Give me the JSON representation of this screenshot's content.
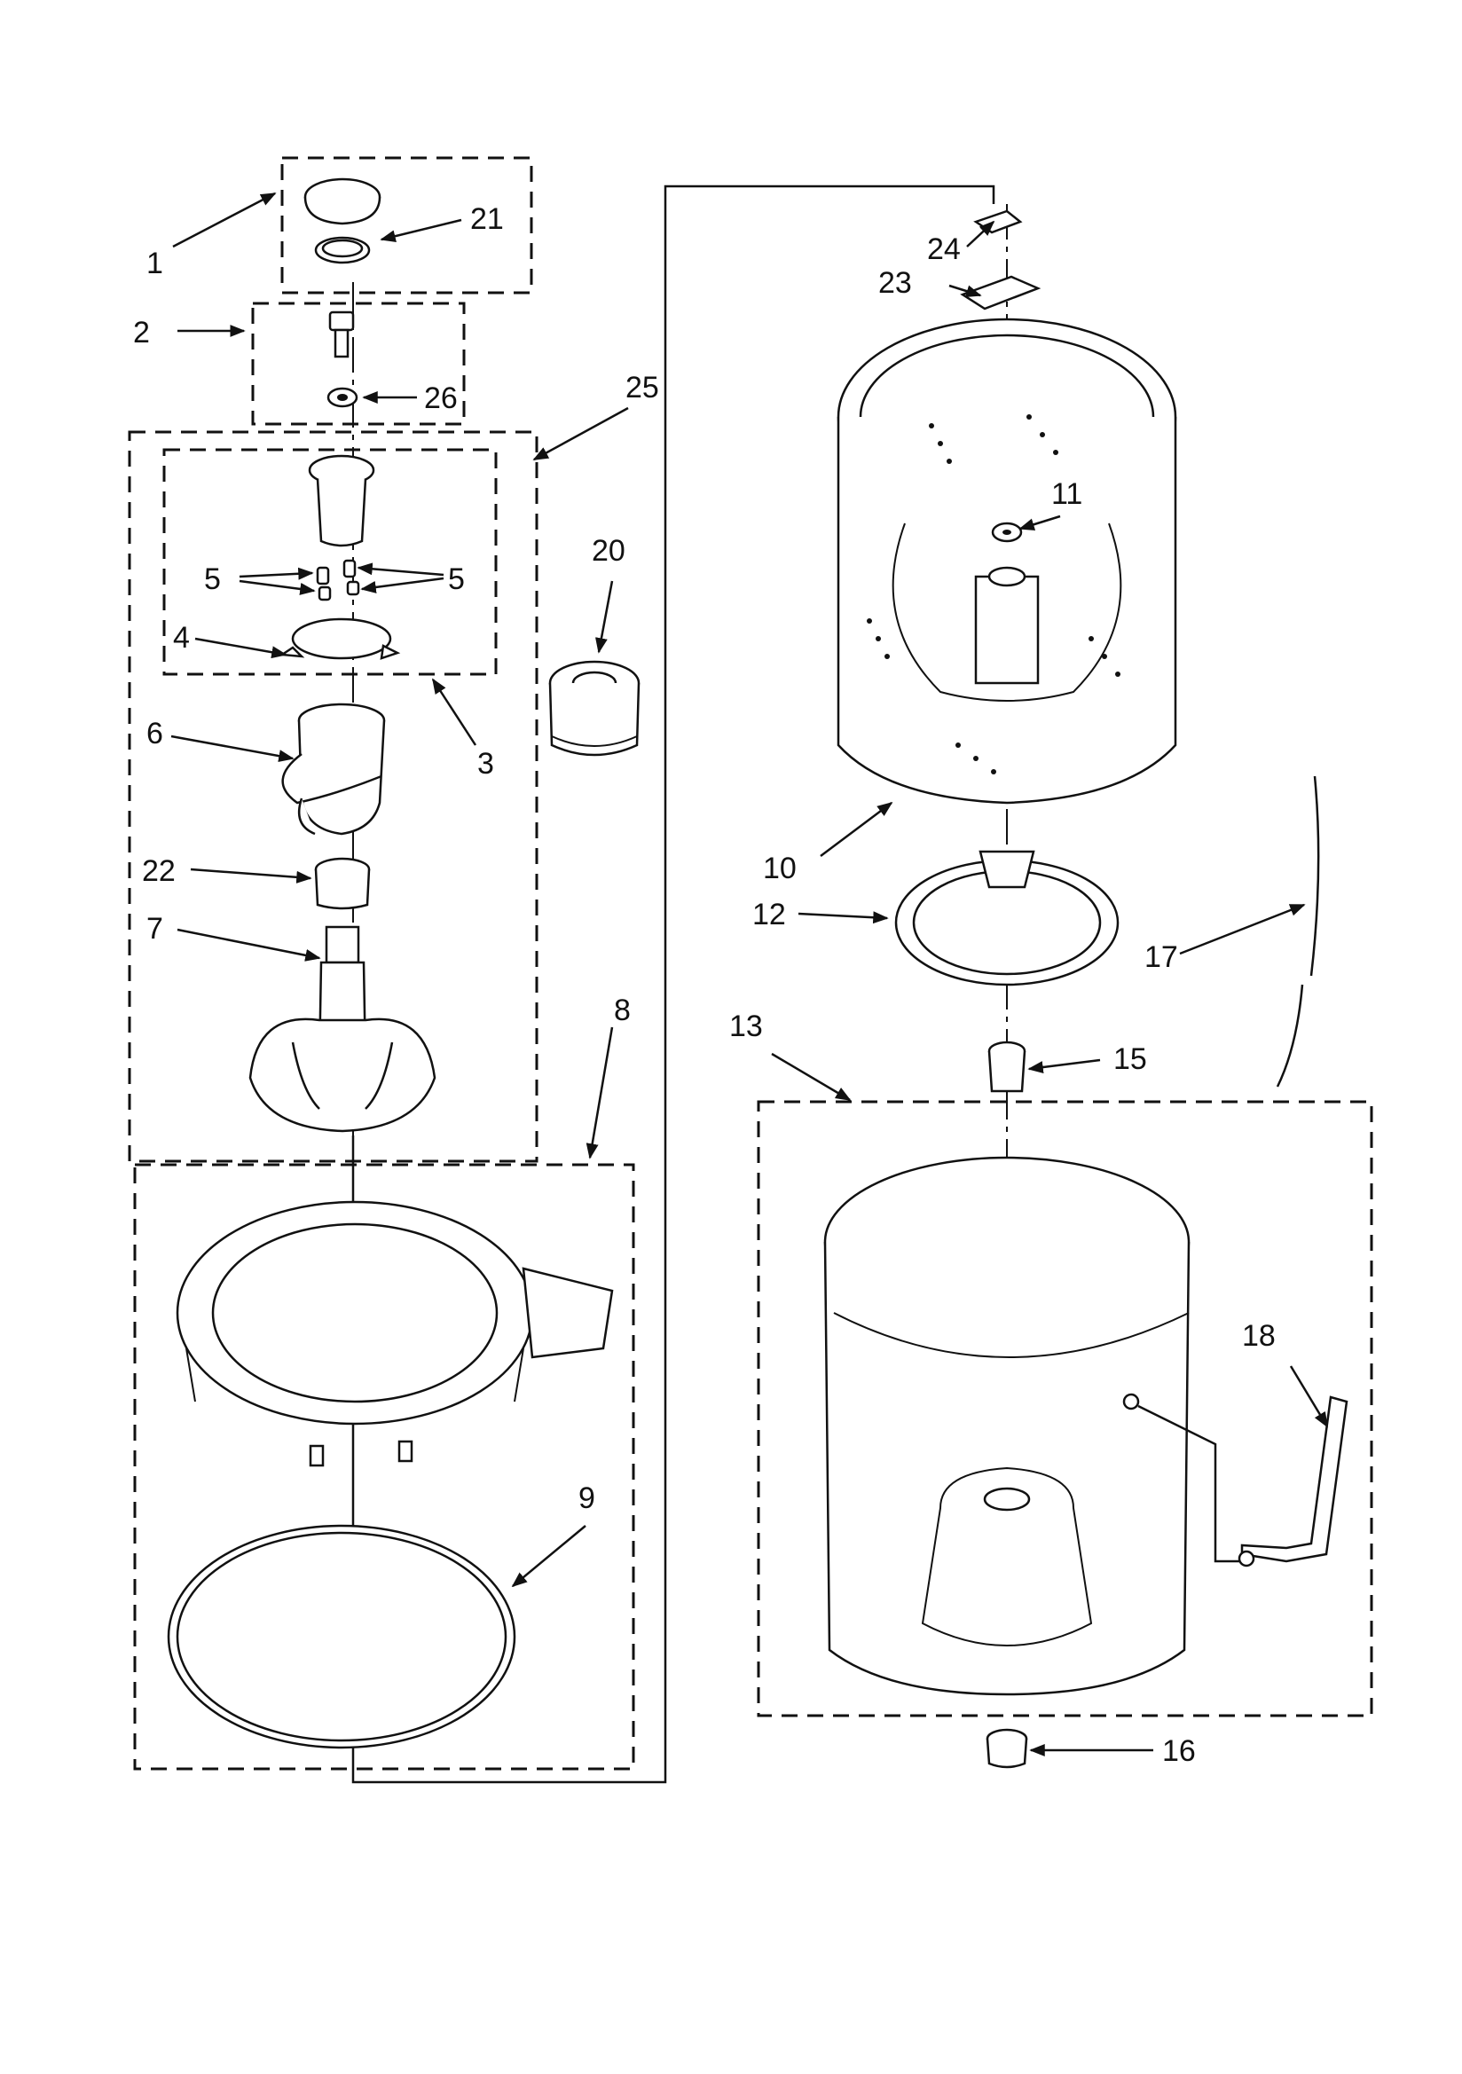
{
  "callouts": {
    "c1": "1",
    "c2": "2",
    "c3": "3",
    "c4": "4",
    "c5a": "5",
    "c5b": "5",
    "c6": "6",
    "c7": "7",
    "c8": "8",
    "c9": "9",
    "c10": "10",
    "c11": "11",
    "c12": "12",
    "c13": "13",
    "c15": "15",
    "c16": "16",
    "c17": "17",
    "c18": "18",
    "c20": "20",
    "c21": "21",
    "c22": "22",
    "c23": "23",
    "c24": "24",
    "c25": "25",
    "c26": "26"
  }
}
